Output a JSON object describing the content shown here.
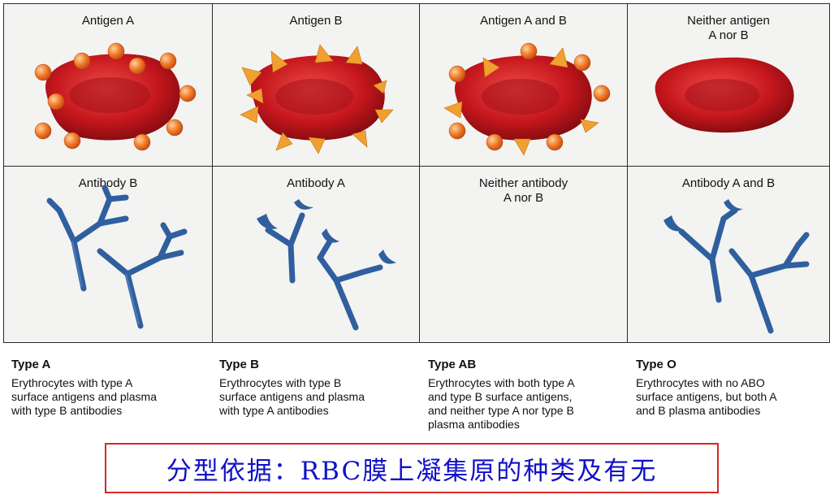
{
  "colors": {
    "cell_red": "#c4161c",
    "cell_highlight": "#e8383a",
    "antigen_a": "#f07a2a",
    "antigen_b": "#f0a030",
    "antibody": "#2f5f9e",
    "banner_border": "#d62828",
    "banner_text": "#1010c8"
  },
  "top_row": [
    {
      "title": "Antigen A",
      "icon": "rbc-antigen-a-icon"
    },
    {
      "title": "Antigen B",
      "icon": "rbc-antigen-b-icon"
    },
    {
      "title": "Antigen A and B",
      "icon": "rbc-antigen-ab-icon"
    },
    {
      "title": "Neither antigen\nA nor B",
      "icon": "rbc-no-antigen-icon"
    }
  ],
  "bottom_row": [
    {
      "title": "Antibody B",
      "icon": "antibody-b-icon"
    },
    {
      "title": "Antibody A",
      "icon": "antibody-a-icon"
    },
    {
      "title": "Neither antibody\nA nor B",
      "icon": "no-antibody"
    },
    {
      "title": "Antibody A and B",
      "icon": "antibody-ab-icon"
    }
  ],
  "captions": [
    {
      "type": "Type A",
      "desc": "Erythrocytes with type A\nsurface antigens and plasma\nwith type B antibodies"
    },
    {
      "type": "Type B",
      "desc": "Erythrocytes with type B\nsurface antigens and plasma\nwith type A antibodies"
    },
    {
      "type": "Type AB",
      "desc": "Erythrocytes with both type A\nand type B surface antigens,\nand neither type A nor type B\nplasma antibodies"
    },
    {
      "type": "Type O",
      "desc": "Erythrocytes with no ABO\nsurface antigens, but both A\nand B plasma antibodies"
    }
  ],
  "banner": {
    "text": "分型依据：RBC膜上凝集原的种类及有无"
  }
}
